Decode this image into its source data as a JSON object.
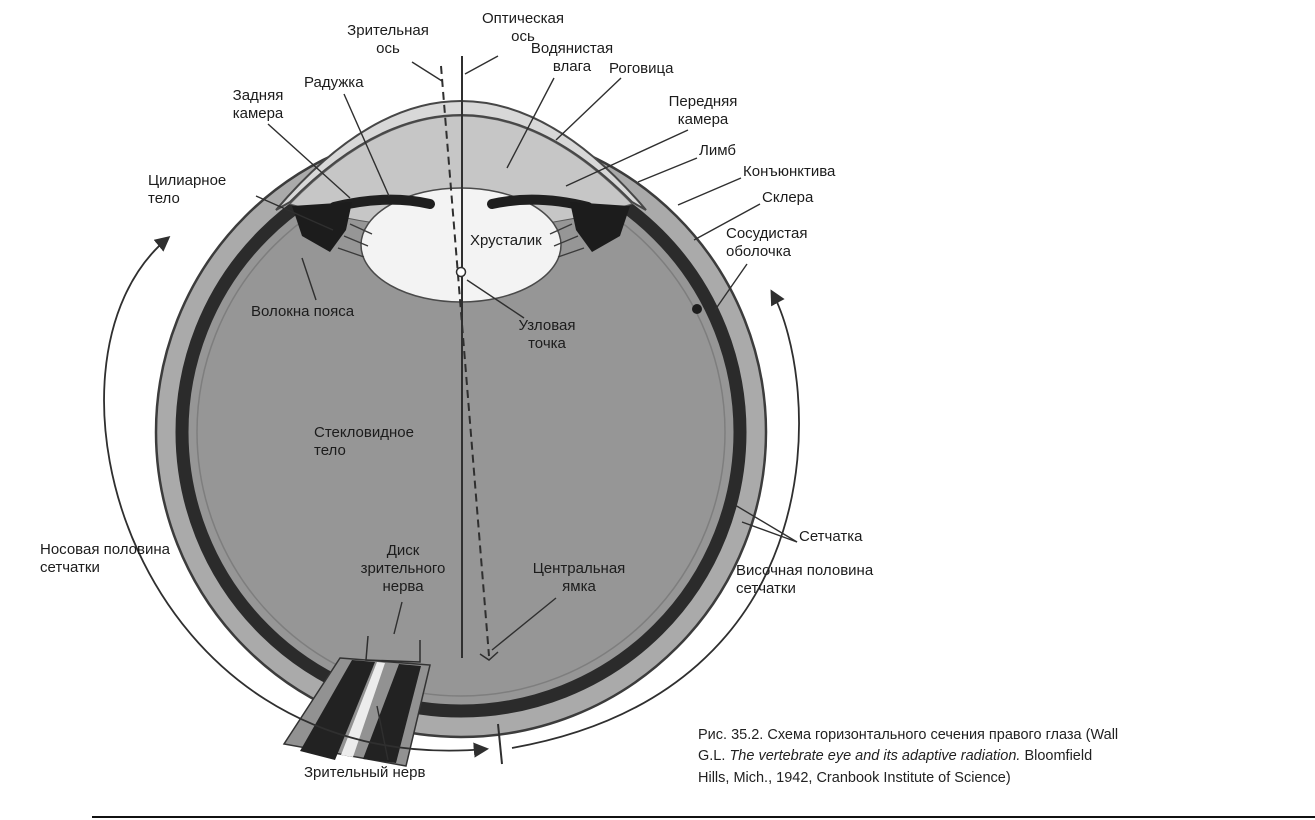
{
  "figure": {
    "caption": {
      "part1": "Рис. 35.2. Схема горизонтального сечения правого глаза (Wall G.L. ",
      "part2": "The vertebrate eye and its adaptive radiation.",
      "part3": " Bloomfield Hills, Mich., 1942, Cranbook Institute of Science)"
    }
  },
  "labels": {
    "visual_axis": "Зрительная\nось",
    "optical_axis": "Оптическая\nось",
    "aqueous_humor": "Водянистая\nвлага",
    "cornea": "Роговица",
    "posterior_chamber": "Задняя\nкамера",
    "iris": "Радужка",
    "anterior_chamber": "Передняя\nкамера",
    "limbus": "Лимб",
    "conjunctiva": "Конъюнктива",
    "sclera": "Склера",
    "choroid": "Сосудистая\nоболочка",
    "ciliary_body": "Цилиарное\nтело",
    "lens": "Хрусталик",
    "zonule_fibers": "Волокна пояса",
    "nodal_point": "Узловая\nточка",
    "vitreous_body": "Стекловидное\nтело",
    "nasal_half_retina": "Носовая половина\nсетчатки",
    "optic_disc": "Диск\nзрительного\nнерва",
    "fovea": "Центральная\nямка",
    "retina": "Сетчатка",
    "temporal_half_retina": "Височная половина\nсетчатки",
    "optic_nerve": "Зрительный нерв"
  },
  "colors": {
    "background": "#ffffff",
    "sclera_fill": "#aaaaaa",
    "choroid_ring": "#2b2b2b",
    "vitreous_fill": "#969696",
    "anterior_chamber_fill": "#c6c6c6",
    "cornea_fill": "#d8d8d8",
    "lens_fill": "#f3f3f3",
    "ink": "#2f2f2f"
  }
}
